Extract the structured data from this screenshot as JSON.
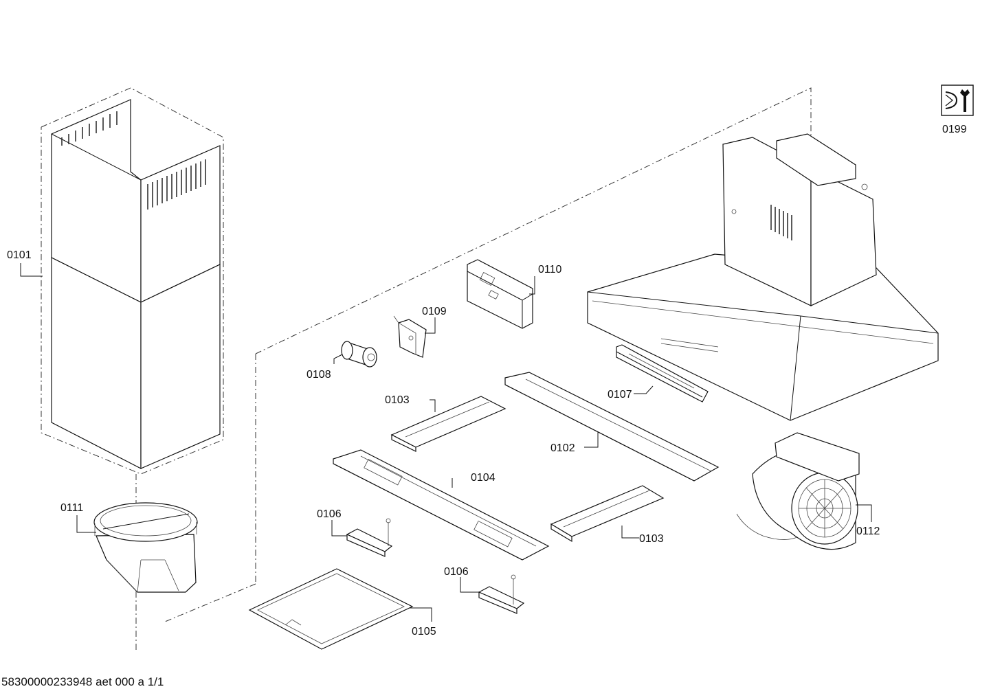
{
  "parts": {
    "p0101": "0101",
    "p0102": "0102",
    "p0103a": "0103",
    "p0103b": "0103",
    "p0104": "0104",
    "p0105": "0105",
    "p0106a": "0106",
    "p0106b": "0106",
    "p0107": "0107",
    "p0108": "0108",
    "p0109": "0109",
    "p0110": "0110",
    "p0111": "0111",
    "p0112": "0112",
    "p0199": "0199"
  },
  "footer": {
    "document_code": "58300000233948 aet 000 a 1/1"
  },
  "icons": {
    "service_kit": "service-kit-icon"
  }
}
